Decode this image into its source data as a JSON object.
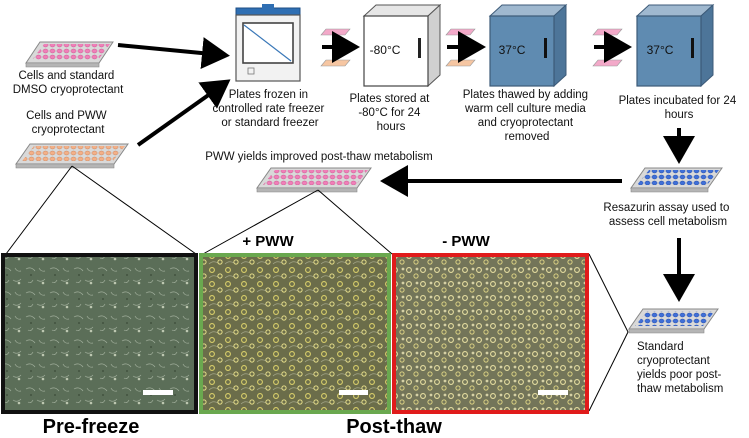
{
  "steps": {
    "dmso_plate": {
      "label_lines": [
        "Cells and standard",
        "DMSO cryoprotectant"
      ]
    },
    "pww_plate": {
      "label_lines": [
        "Cells and PWW",
        "cryoprotectant"
      ]
    },
    "freezer": {
      "label_lines": [
        "Plates frozen in",
        "controlled rate freezer",
        "or standard freezer"
      ]
    },
    "stored": {
      "temperature": "-80°C",
      "label_lines": [
        "Plates stored at",
        "-80°C for 24",
        "hours"
      ]
    },
    "thawed": {
      "temperature": "37°C",
      "label_lines": [
        "Plates thawed by adding",
        "warm cell culture media",
        "and cryoprotectant",
        "removed"
      ]
    },
    "incubated": {
      "temperature": "37°C",
      "label_lines": [
        "Plates incubated for 24",
        "hours"
      ]
    },
    "resazurin": {
      "label_lines": [
        "Resazurin assay used to",
        "assess cell metabolism"
      ]
    },
    "pww_result": {
      "label_lines": [
        "PWW yields improved post-thaw metabolism"
      ]
    },
    "standard_result": {
      "label_lines": [
        "Standard",
        "cryoprotectant",
        "yields poor post-",
        "thaw metabolism"
      ]
    }
  },
  "panels": {
    "plus_pww_label": "+ PWW",
    "minus_pww_label": "- PWW",
    "pre_freeze_caption": "Pre-freeze",
    "post_thaw_caption": "Post-thaw"
  },
  "colors": {
    "pre_freeze_border": "#111111",
    "plus_pww_border": "#6aa84f",
    "minus_pww_border": "#e01b1b",
    "pink_wells": "#f07fb8",
    "peach_wells": "#f3b088",
    "blue_wells": "#3f6fd8",
    "cabinet_blue": "#5f8bb1",
    "freezer_lid": "#2f6fb3"
  }
}
